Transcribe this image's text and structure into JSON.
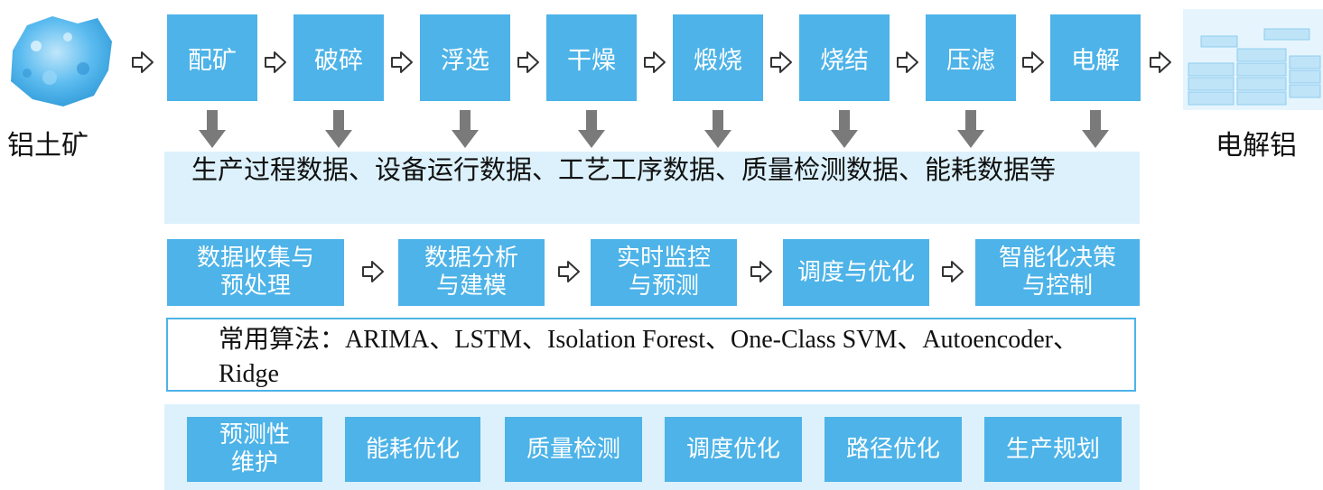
{
  "start_label": "铝土矿",
  "end_label": "电解铝",
  "steps": [
    "配矿",
    "破碎",
    "浮选",
    "干燥",
    "煅烧",
    "烧结",
    "压滤",
    "电解"
  ],
  "data_sources": "生产过程数据、设备运行数据、工艺工序数据、质量检测数据、能耗数据等",
  "pipeline": [
    "数据收集与\n预处理",
    "数据分析\n与建模",
    "实时监控\n与预测",
    "调度与优化",
    "智能化决策\n与控制"
  ],
  "algorithms": "常用算法：ARIMA、LSTM、Isolation Forest、One-Class SVM、Autoencoder、Ridge",
  "applications": [
    "预测性\n维护",
    "能耗优化",
    "质量检测",
    "调度优化",
    "路径优化",
    "生产规划"
  ],
  "colors": {
    "box": "#4db3e8",
    "panel": "#dcf1fb",
    "arrow": "#7a7a7a"
  }
}
